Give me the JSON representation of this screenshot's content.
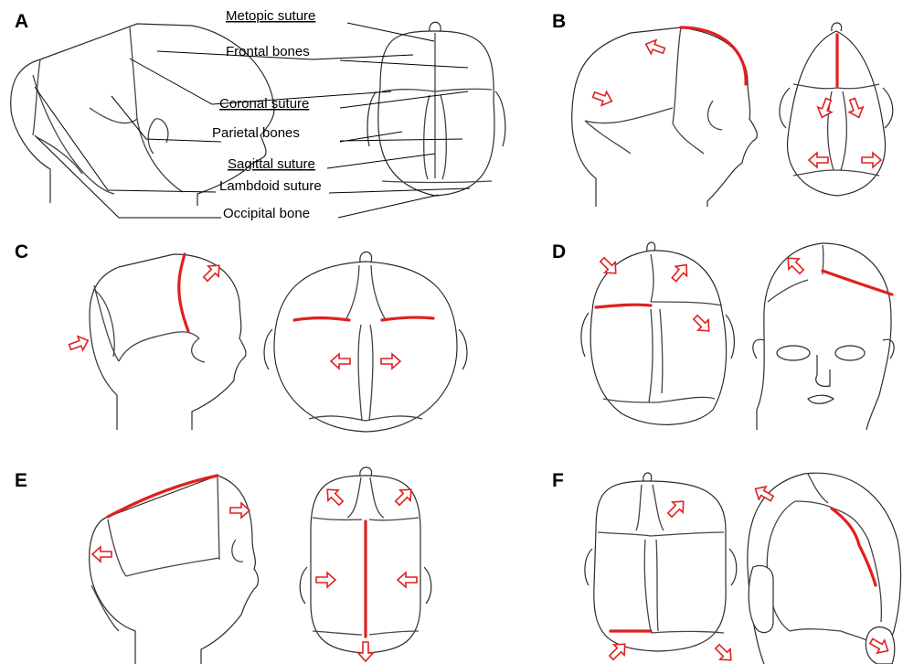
{
  "panels": [
    "A",
    "B",
    "C",
    "D",
    "E",
    "F"
  ],
  "labels": {
    "metopic": "Metopic suture",
    "frontal": "Frontal bones",
    "coronal": "Coronal suture",
    "parietal": "Parietal bones",
    "sagittal": "Sagittal suture",
    "lambdoid": "Lambdoid suture",
    "occipital": "Occipital bone"
  },
  "colors": {
    "highlight": "#e02020",
    "outline": "#2b2b2b"
  }
}
